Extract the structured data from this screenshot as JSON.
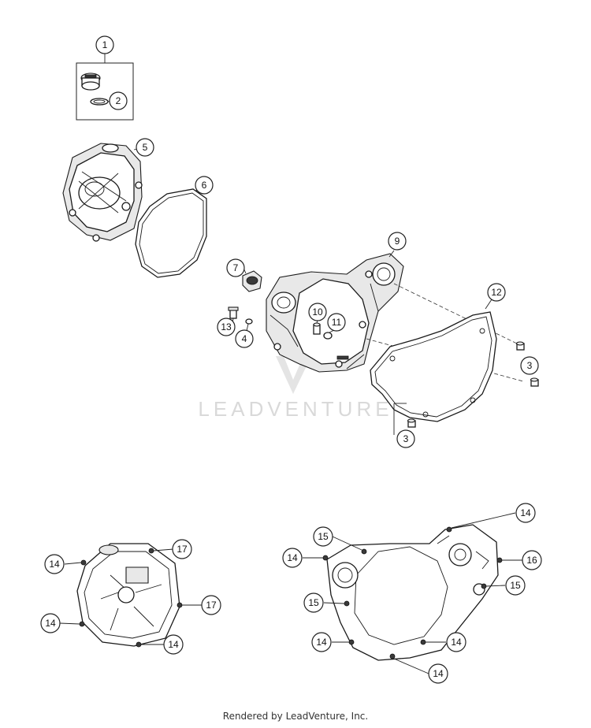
{
  "watermark": "LEADVENTURE",
  "footer": "Rendered by LeadVenture, Inc.",
  "callouts": [
    {
      "id": "c1",
      "label": "1"
    },
    {
      "id": "c2",
      "label": "2"
    },
    {
      "id": "c5",
      "label": "5"
    },
    {
      "id": "c6",
      "label": "6"
    },
    {
      "id": "c7",
      "label": "7"
    },
    {
      "id": "c9",
      "label": "9"
    },
    {
      "id": "c10",
      "label": "10"
    },
    {
      "id": "c11",
      "label": "11"
    },
    {
      "id": "c12",
      "label": "12"
    },
    {
      "id": "c13",
      "label": "13"
    },
    {
      "id": "c4",
      "label": "4"
    },
    {
      "id": "c3a",
      "label": "3"
    },
    {
      "id": "c3b",
      "label": "3"
    },
    {
      "id": "c14a",
      "label": "14"
    },
    {
      "id": "c17a",
      "label": "17"
    },
    {
      "id": "c17b",
      "label": "17"
    },
    {
      "id": "c14b",
      "label": "14"
    },
    {
      "id": "c14c",
      "label": "14"
    },
    {
      "id": "c14d",
      "label": "14"
    },
    {
      "id": "c15a",
      "label": "15"
    },
    {
      "id": "c14e",
      "label": "14"
    },
    {
      "id": "c16",
      "label": "16"
    },
    {
      "id": "c15b",
      "label": "15"
    },
    {
      "id": "c15c",
      "label": "15"
    },
    {
      "id": "c14f",
      "label": "14"
    },
    {
      "id": "c14g",
      "label": "14"
    },
    {
      "id": "c14h",
      "label": "14"
    }
  ]
}
